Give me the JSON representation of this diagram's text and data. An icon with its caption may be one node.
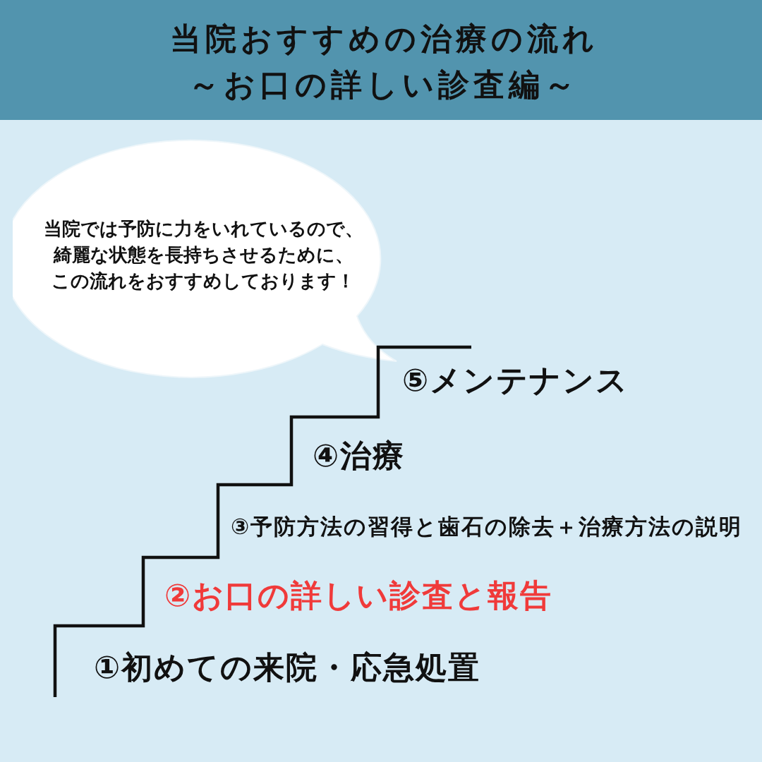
{
  "diagram": {
    "title": "当院おすすめの治療の流れ～お口の詳しい診査編～",
    "nodes": [
      {
        "text": [
          "当院では予防に力をいれているので、綺麗な状態を長持ちさせるために、この流れをおすすめしております！"
        ]
      }
    ],
    "labels": [
      "①初めての来院・応急処置",
      "②お口の詳しい診査と報告",
      "③予防方法の習得と歯石の除去＋治療方法の説明",
      "④治療",
      "⑤メンテナンス"
    ]
  }
}
